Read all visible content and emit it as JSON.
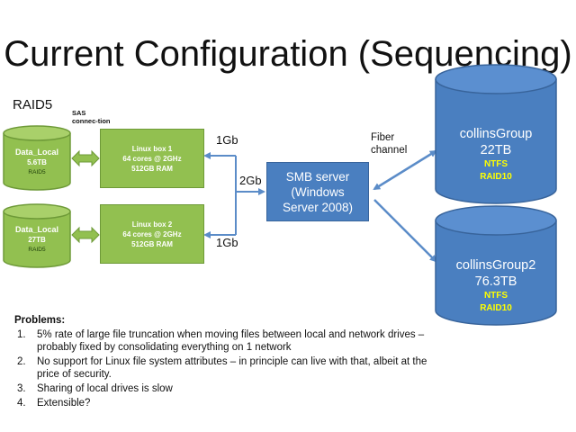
{
  "title": "Current Configuration (Sequencing)",
  "raid_label": "RAID5",
  "sas_label": "SAS connec-tion",
  "fiber_label": "Fiber channel",
  "links": {
    "top": "1Gb",
    "middle": "2Gb",
    "bottom": "1Gb"
  },
  "local_disks": [
    {
      "name": "Data_Local",
      "size": "5.6TB",
      "raid": "RAID5"
    },
    {
      "name": "Data_Local",
      "size": "27TB",
      "raid": "RAID5"
    }
  ],
  "linux_boxes": [
    {
      "name": "Linux box 1",
      "cores": "64 cores @ 2GHz",
      "ram": "512GB RAM"
    },
    {
      "name": "Linux box 2",
      "cores": "64 cores @ 2GHz",
      "ram": "512GB RAM"
    }
  ],
  "smb_server": {
    "line1": "SMB server",
    "line2": "(Windows",
    "line3": "Server 2008)"
  },
  "storage": [
    {
      "name": "collinsGroup",
      "size": "22TB",
      "fs": "NTFS",
      "raid": "RAID10"
    },
    {
      "name": "collinsGroup2",
      "size": "76.3TB",
      "fs": "NTFS",
      "raid": "RAID10"
    }
  ],
  "problems": {
    "heading": "Problems:",
    "items": [
      {
        "num": "1.",
        "line1": "5% rate of large file truncation when moving files between local and network drives –",
        "line2": "probably fixed by consolidating everything  on 1 network"
      },
      {
        "num": "2.",
        "line1": "No support for Linux file system attributes – in principle can live with that, albeit at the",
        "line2": "price of security."
      },
      {
        "num": "3.",
        "line1": "Sharing of local drives is slow",
        "line2": ""
      },
      {
        "num": "4.",
        "line1": "Extensible?",
        "line2": ""
      }
    ]
  },
  "colors": {
    "green": "#92c050",
    "green_border": "#6e9a38",
    "blue": "#4a7fc0",
    "blue_border": "#38649b",
    "arrow": "#5b8cc8",
    "highlight": "#ffff00"
  }
}
